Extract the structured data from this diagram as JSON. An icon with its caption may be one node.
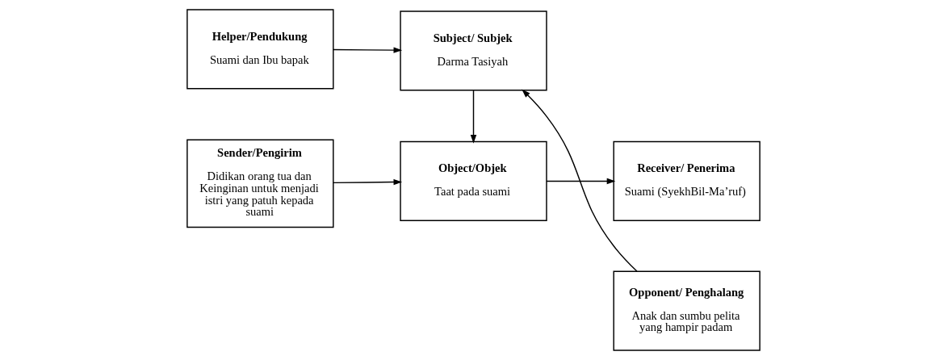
{
  "diagram": {
    "nodes": [
      {
        "text": [
          "Sender/Pengirim",
          "Didikan orang tua dan Keinginan untuk menjadi istri yang patuh kepada suami"
        ]
      },
      {
        "text": [
          "Object/Objek",
          "Taat pada suami"
        ]
      },
      {
        "text": [
          "Receiver/ Penerima",
          "Suami (SyekhBil-Ma’ruf)"
        ]
      },
      {
        "text": [
          "Helper/Pendukung",
          "Suami dan Ibu bapak"
        ]
      },
      {
        "text": [
          "Subject/ Subjek",
          "Darma Tasiyah"
        ]
      },
      {
        "text": [
          "Opponent/ Penghalang",
          "Anak dan sumbu pelita yang hampir padam"
        ]
      }
    ],
    "edges": [
      {
        "from": 0,
        "to": 1,
        "arrow": "to"
      },
      {
        "from": 1,
        "to": 2,
        "arrow": "to"
      },
      {
        "from": 4,
        "to": 1,
        "arrow": "to"
      },
      {
        "from": 3,
        "to": 4,
        "arrow": "to"
      },
      {
        "from": 5,
        "to": 4,
        "arrow": "to"
      }
    ]
  }
}
